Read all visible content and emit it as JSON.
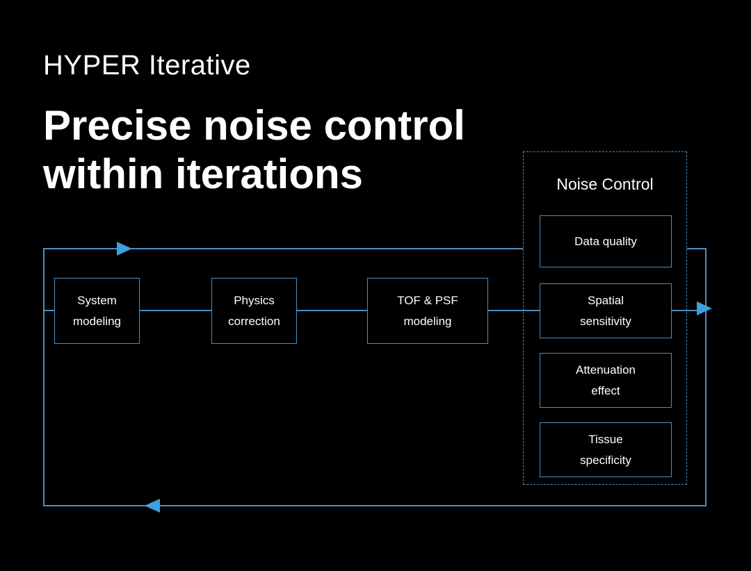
{
  "colors": {
    "background": "#000000",
    "line": "#4c8fc4",
    "arrow": "#3da0e0",
    "text": "#ffffff"
  },
  "header": {
    "eyebrow": "HYPER Iterative",
    "title_line1": "Precise noise control",
    "title_line2": "within iterations"
  },
  "diagram": {
    "chain": [
      {
        "label": "System\nmodeling"
      },
      {
        "label": "Physics\ncorrection"
      },
      {
        "label": "TOF & PSF\nmodeling"
      }
    ],
    "noise_control": {
      "title": "Noise Control",
      "items": [
        {
          "label": "Data quality"
        },
        {
          "label": "Spatial\nsensitivity"
        },
        {
          "label": "Attenuation\neffect"
        },
        {
          "label": "Tissue\nspecificity"
        }
      ]
    }
  }
}
